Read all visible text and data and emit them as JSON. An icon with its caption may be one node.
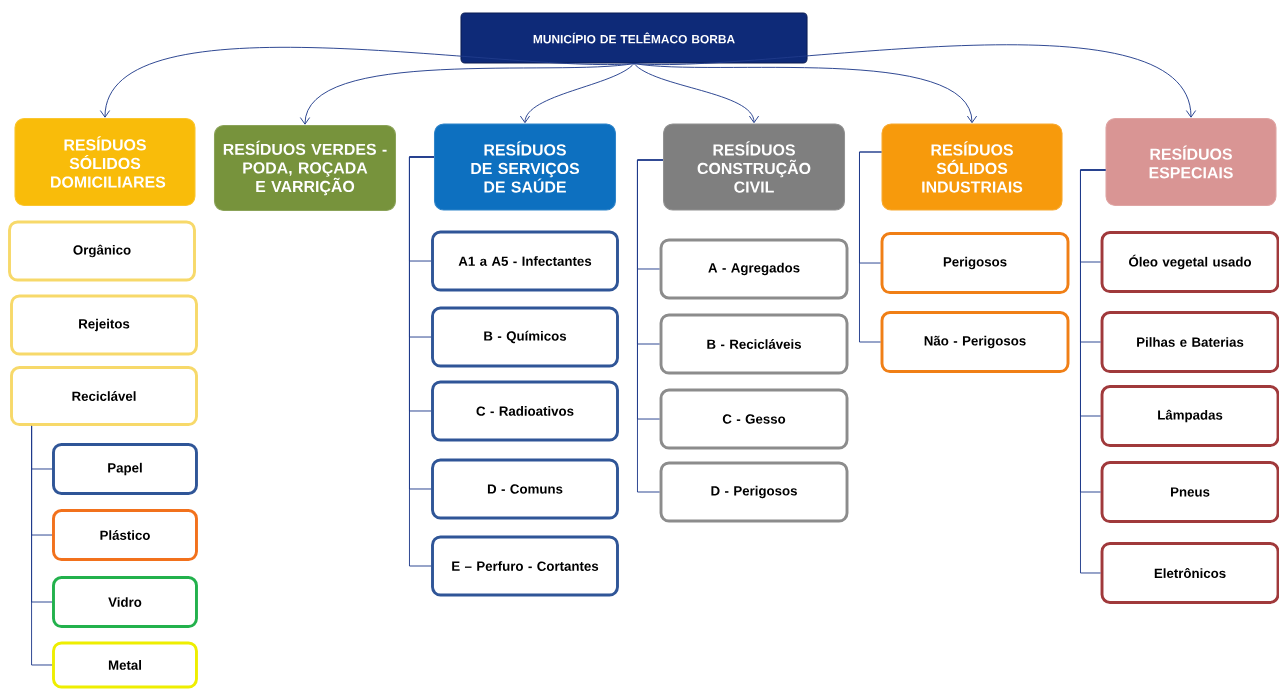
{
  "diagram": {
    "nodes": [
      {
        "text": [
          "MUNICÍPIO DE TELÊMACO BORBA"
        ]
      },
      {
        "text": [
          "RESÍDUOS SÓLIDOS DOMICILIARES"
        ]
      },
      {
        "text": [
          "RESÍDUOS VERDES - PODA, ROÇADA E VARRIÇÃO"
        ]
      },
      {
        "text": [
          "RESÍDUOS DE SERVIÇOS DE SAÚDE"
        ]
      },
      {
        "text": [
          "RESÍDUOS CONSTRUÇÃO CIVIL"
        ]
      },
      {
        "text": [
          "RESÍDUOS SÓLIDOS INDUSTRIAIS"
        ]
      },
      {
        "text": [
          "RESÍDUOS ESPECIAIS"
        ]
      },
      {
        "text": [
          "Orgânico"
        ]
      },
      {
        "text": [
          "Rejeitos"
        ]
      },
      {
        "text": [
          "Reciclável"
        ]
      },
      {
        "text": [
          "Papel"
        ]
      },
      {
        "text": [
          "Plástico"
        ]
      },
      {
        "text": [
          "Vidro"
        ]
      },
      {
        "text": [
          "Metal"
        ]
      },
      {
        "text": [
          "A1 a A5 - Infectantes"
        ]
      },
      {
        "text": [
          "B - Químicos"
        ]
      },
      {
        "text": [
          "C - Radioativos"
        ]
      },
      {
        "text": [
          "D - Comuns"
        ]
      },
      {
        "text": [
          "E – Perfuro - Cortantes"
        ]
      },
      {
        "text": [
          "A - Agregados"
        ]
      },
      {
        "text": [
          "B - Recicláveis"
        ]
      },
      {
        "text": [
          "C - Gesso"
        ]
      },
      {
        "text": [
          "D - Perigosos"
        ]
      },
      {
        "text": [
          "Perigosos"
        ]
      },
      {
        "text": [
          "Não - Perigosos"
        ]
      },
      {
        "text": [
          "Óleo vegetal usado"
        ]
      },
      {
        "text": [
          "Pilhas e Baterias"
        ]
      },
      {
        "text": [
          "Lâmpadas"
        ]
      },
      {
        "text": [
          "Pneus"
        ]
      },
      {
        "text": [
          "Eletrônicos"
        ]
      }
    ],
    "edges": [
      {
        "from": 0,
        "to": 1,
        "arrow": "to"
      },
      {
        "from": 0,
        "to": 2,
        "arrow": "to"
      },
      {
        "from": 0,
        "to": 3,
        "arrow": "to"
      },
      {
        "from": 0,
        "to": 4,
        "arrow": "to"
      },
      {
        "from": 0,
        "to": 5,
        "arrow": "to"
      },
      {
        "from": 0,
        "to": 6,
        "arrow": "to"
      },
      {
        "from": 9,
        "to": 10,
        "arrow": "none"
      },
      {
        "from": 9,
        "to": 11,
        "arrow": "none"
      },
      {
        "from": 9,
        "to": 12,
        "arrow": "none"
      },
      {
        "from": 9,
        "to": 13,
        "arrow": "none"
      },
      {
        "from": 3,
        "to": 14,
        "arrow": "none"
      },
      {
        "from": 3,
        "to": 15,
        "arrow": "none"
      },
      {
        "from": 3,
        "to": 16,
        "arrow": "none"
      },
      {
        "from": 3,
        "to": 17,
        "arrow": "none"
      },
      {
        "from": 3,
        "to": 18,
        "arrow": "none"
      },
      {
        "from": 4,
        "to": 19,
        "arrow": "none"
      },
      {
        "from": 4,
        "to": 20,
        "arrow": "none"
      },
      {
        "from": 4,
        "to": 21,
        "arrow": "none"
      },
      {
        "from": 4,
        "to": 22,
        "arrow": "none"
      },
      {
        "from": 5,
        "to": 23,
        "arrow": "none"
      },
      {
        "from": 5,
        "to": 24,
        "arrow": "none"
      },
      {
        "from": 6,
        "to": 25,
        "arrow": "none"
      },
      {
        "from": 6,
        "to": 26,
        "arrow": "none"
      },
      {
        "from": 6,
        "to": 27,
        "arrow": "none"
      },
      {
        "from": 6,
        "to": 28,
        "arrow": "none"
      },
      {
        "from": 6,
        "to": 29,
        "arrow": "none"
      }
    ]
  }
}
